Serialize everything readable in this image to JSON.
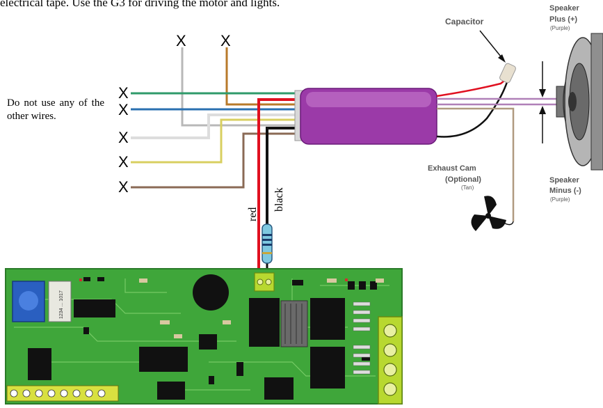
{
  "header_text": "electrical tape. Use the G3 for driving the motor and lights.",
  "note_text": "Do not use any of the other wires.",
  "x_mark": "X",
  "wire_labels": {
    "red": "red",
    "black": "black"
  },
  "callouts": {
    "capacitor": "Capacitor",
    "speaker_plus": {
      "line1": "Speaker",
      "line2": "Plus (+)",
      "color": "(Purple)"
    },
    "speaker_minus": {
      "line1": "Speaker",
      "line2": "Minus (-)",
      "color": "(Purple)"
    },
    "exhaust_cam": {
      "line1": "Exhaust Cam",
      "line2": "(Optional)",
      "color": "(Tan)"
    }
  },
  "board_print": {
    "chip": "1234 ... 1017"
  },
  "colors": {
    "module": "#9b3aa8",
    "module_light": "#c070c8",
    "pcb": "#3fa63a",
    "pcb_dark": "#2a7a28",
    "wire_red": "#e01020",
    "wire_black": "#111111",
    "wire_green": "#2f9a6a",
    "wire_blue": "#2a70b0",
    "wire_gray": "#b8b8b8",
    "wire_orange": "#b87a2a",
    "wire_white": "#dddddd",
    "wire_yellow": "#d8cf60",
    "wire_brown": "#8a6a55",
    "wire_purple": "#b080b8",
    "wire_tan": "#b09a80",
    "terminal": "#b8d830"
  }
}
